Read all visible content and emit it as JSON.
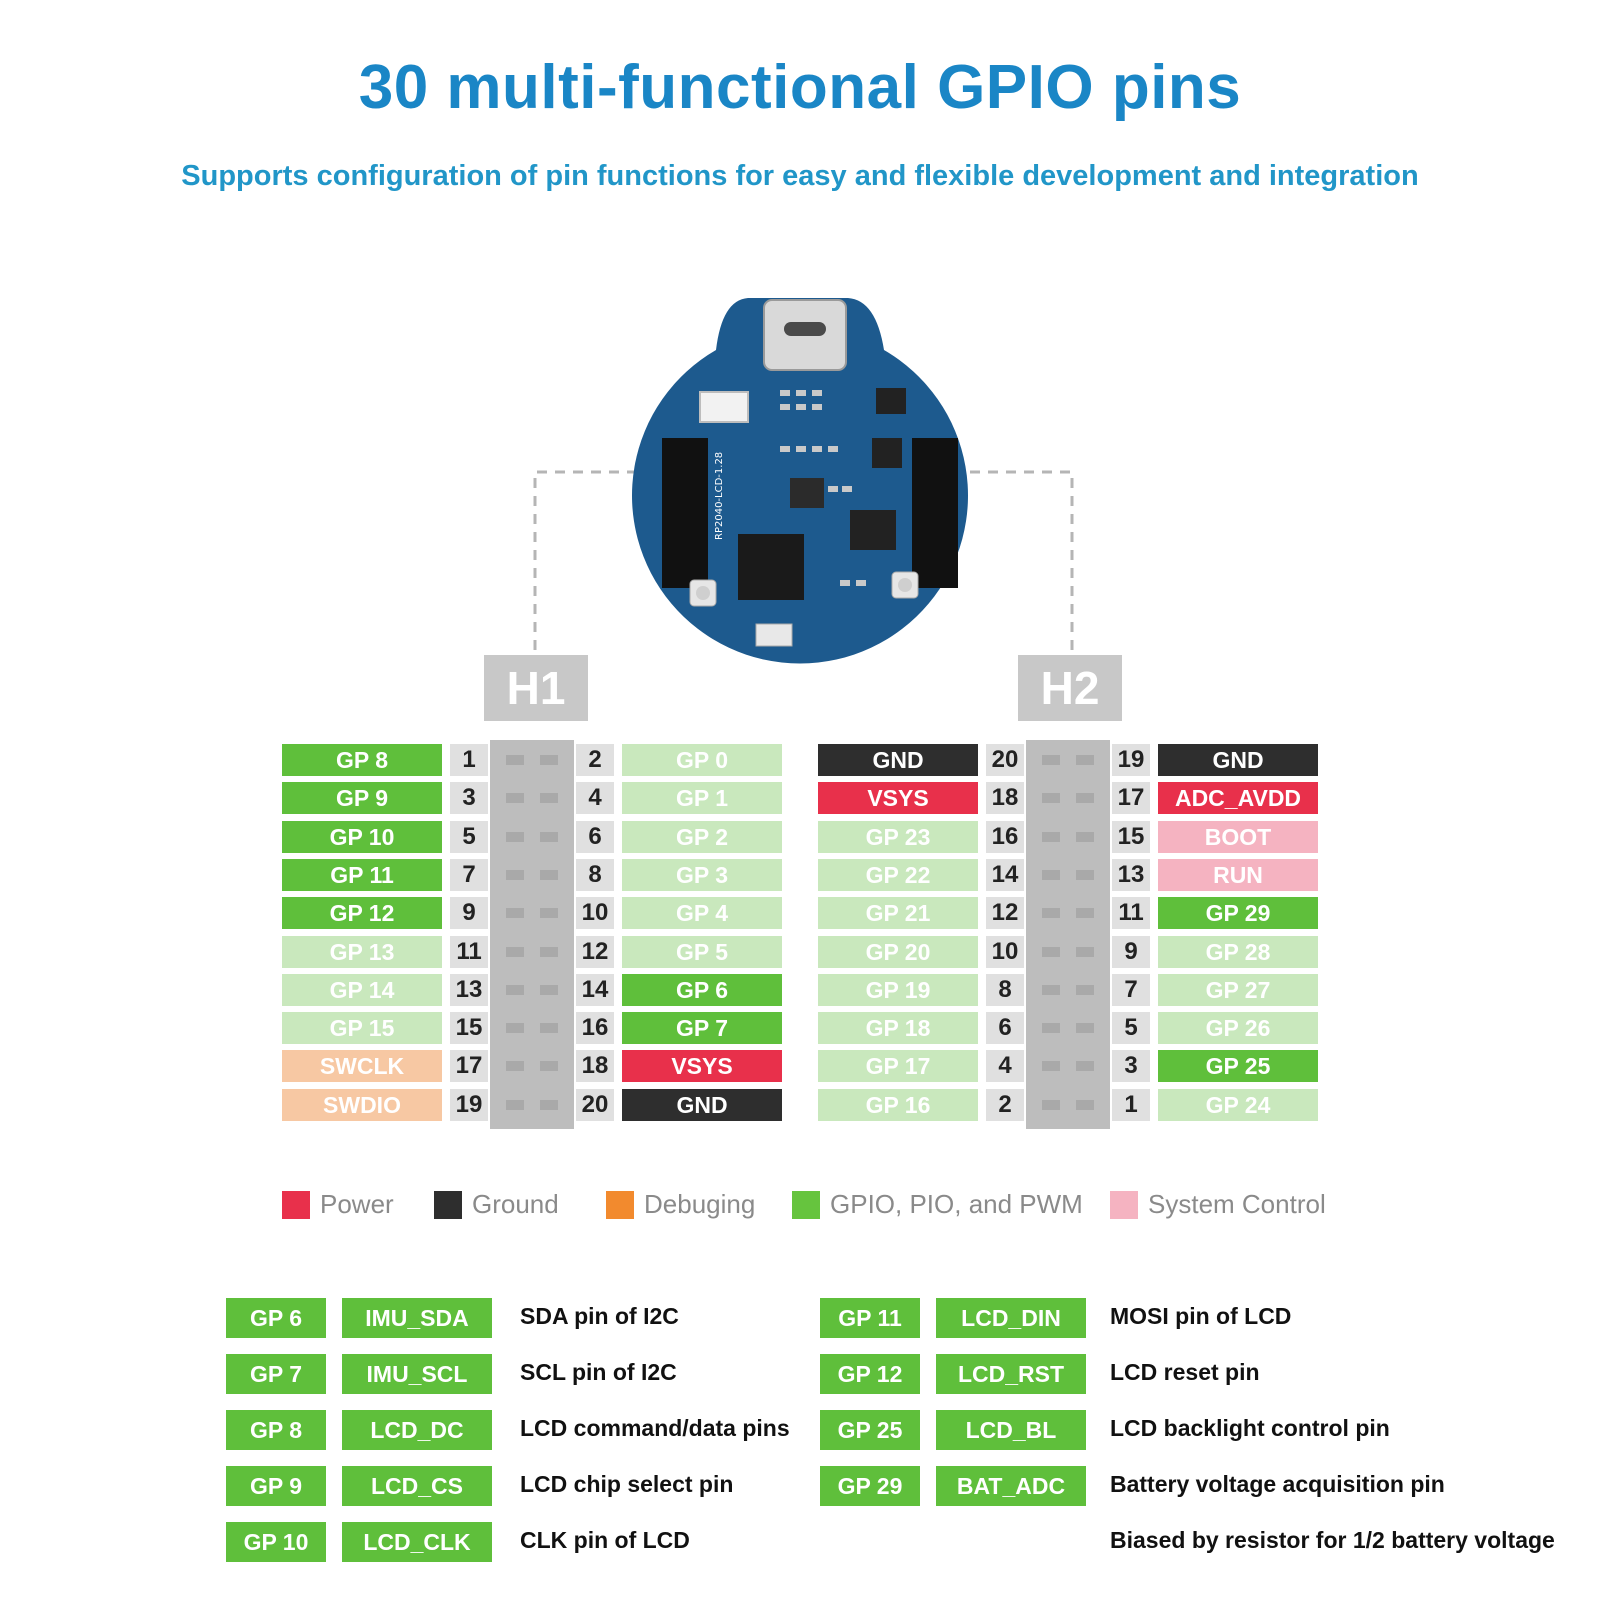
{
  "title": "30 multi-functional GPIO pins",
  "subtitle": "Supports configuration of pin functions for easy and flexible development and integration",
  "board_label": "RP2040-LCD-1.28",
  "headers": {
    "h1": "H1",
    "h2": "H2"
  },
  "colors": {
    "power": "#e8304b",
    "ground": "#2e2e2e",
    "debug": "#f7c8a3",
    "gpio": "#5fbf3b",
    "gpio_light": "#c9e8bd",
    "system": "#f5b3c1",
    "title": "#1a86c6",
    "board": "#1d5a8e"
  },
  "h1": {
    "rows": [
      {
        "left": {
          "label": "GP 8",
          "type": "gpio"
        },
        "n1": "1",
        "n2": "2",
        "right": {
          "label": "GP 0",
          "type": "gpio_light"
        }
      },
      {
        "left": {
          "label": "GP 9",
          "type": "gpio"
        },
        "n1": "3",
        "n2": "4",
        "right": {
          "label": "GP 1",
          "type": "gpio_light"
        }
      },
      {
        "left": {
          "label": "GP 10",
          "type": "gpio"
        },
        "n1": "5",
        "n2": "6",
        "right": {
          "label": "GP 2",
          "type": "gpio_light"
        }
      },
      {
        "left": {
          "label": "GP 11",
          "type": "gpio"
        },
        "n1": "7",
        "n2": "8",
        "right": {
          "label": "GP 3",
          "type": "gpio_light"
        }
      },
      {
        "left": {
          "label": "GP 12",
          "type": "gpio"
        },
        "n1": "9",
        "n2": "10",
        "right": {
          "label": "GP 4",
          "type": "gpio_light"
        }
      },
      {
        "left": {
          "label": "GP 13",
          "type": "gpio_light"
        },
        "n1": "11",
        "n2": "12",
        "right": {
          "label": "GP 5",
          "type": "gpio_light"
        }
      },
      {
        "left": {
          "label": "GP 14",
          "type": "gpio_light"
        },
        "n1": "13",
        "n2": "14",
        "right": {
          "label": "GP 6",
          "type": "gpio"
        }
      },
      {
        "left": {
          "label": "GP 15",
          "type": "gpio_light"
        },
        "n1": "15",
        "n2": "16",
        "right": {
          "label": "GP 7",
          "type": "gpio"
        }
      },
      {
        "left": {
          "label": "SWCLK",
          "type": "debug"
        },
        "n1": "17",
        "n2": "18",
        "right": {
          "label": "VSYS",
          "type": "power"
        }
      },
      {
        "left": {
          "label": "SWDIO",
          "type": "debug"
        },
        "n1": "19",
        "n2": "20",
        "right": {
          "label": "GND",
          "type": "ground"
        }
      }
    ]
  },
  "h2": {
    "rows": [
      {
        "left": {
          "label": "GND",
          "type": "ground"
        },
        "n1": "20",
        "n2": "19",
        "right": {
          "label": "GND",
          "type": "ground"
        }
      },
      {
        "left": {
          "label": "VSYS",
          "type": "power"
        },
        "n1": "18",
        "n2": "17",
        "right": {
          "label": "ADC_AVDD",
          "type": "power"
        }
      },
      {
        "left": {
          "label": "GP 23",
          "type": "gpio_light"
        },
        "n1": "16",
        "n2": "15",
        "right": {
          "label": "BOOT",
          "type": "system"
        }
      },
      {
        "left": {
          "label": "GP 22",
          "type": "gpio_light"
        },
        "n1": "14",
        "n2": "13",
        "right": {
          "label": "RUN",
          "type": "system"
        }
      },
      {
        "left": {
          "label": "GP 21",
          "type": "gpio_light"
        },
        "n1": "12",
        "n2": "11",
        "right": {
          "label": "GP 29",
          "type": "gpio"
        }
      },
      {
        "left": {
          "label": "GP 20",
          "type": "gpio_light"
        },
        "n1": "10",
        "n2": "9",
        "right": {
          "label": "GP 28",
          "type": "gpio_light"
        }
      },
      {
        "left": {
          "label": "GP 19",
          "type": "gpio_light"
        },
        "n1": "8",
        "n2": "7",
        "right": {
          "label": "GP 27",
          "type": "gpio_light"
        }
      },
      {
        "left": {
          "label": "GP 18",
          "type": "gpio_light"
        },
        "n1": "6",
        "n2": "5",
        "right": {
          "label": "GP 26",
          "type": "gpio_light"
        }
      },
      {
        "left": {
          "label": "GP 17",
          "type": "gpio_light"
        },
        "n1": "4",
        "n2": "3",
        "right": {
          "label": "GP 25",
          "type": "gpio"
        }
      },
      {
        "left": {
          "label": "GP 16",
          "type": "gpio_light"
        },
        "n1": "2",
        "n2": "1",
        "right": {
          "label": "GP 24",
          "type": "gpio_light"
        }
      }
    ]
  },
  "legend": [
    {
      "label": "Power",
      "type": "power"
    },
    {
      "label": "Ground",
      "type": "ground"
    },
    {
      "label": "Debuging",
      "type": "debug_strong"
    },
    {
      "label": "GPIO, PIO, and PWM",
      "type": "gpio"
    },
    {
      "label": "System Control",
      "type": "system"
    }
  ],
  "functions_left": [
    {
      "gp": "GP 6",
      "name": "IMU_SDA",
      "desc": "SDA pin of I2C"
    },
    {
      "gp": "GP 7",
      "name": "IMU_SCL",
      "desc": "SCL pin of I2C"
    },
    {
      "gp": "GP 8",
      "name": "LCD_DC",
      "desc": "LCD command/data pins"
    },
    {
      "gp": "GP 9",
      "name": "LCD_CS",
      "desc": "LCD chip select pin"
    },
    {
      "gp": "GP 10",
      "name": "LCD_CLK",
      "desc": "CLK pin of LCD"
    }
  ],
  "functions_right": [
    {
      "gp": "GP 11",
      "name": "LCD_DIN",
      "desc": "MOSI pin of LCD"
    },
    {
      "gp": "GP 12",
      "name": "LCD_RST",
      "desc": "LCD reset pin"
    },
    {
      "gp": "GP 25",
      "name": "LCD_BL",
      "desc": "LCD backlight control pin"
    },
    {
      "gp": "GP 29",
      "name": "BAT_ADC",
      "desc": "Battery voltage acquisition pin"
    }
  ],
  "functions_note": "Biased by resistor for 1/2 battery voltage"
}
